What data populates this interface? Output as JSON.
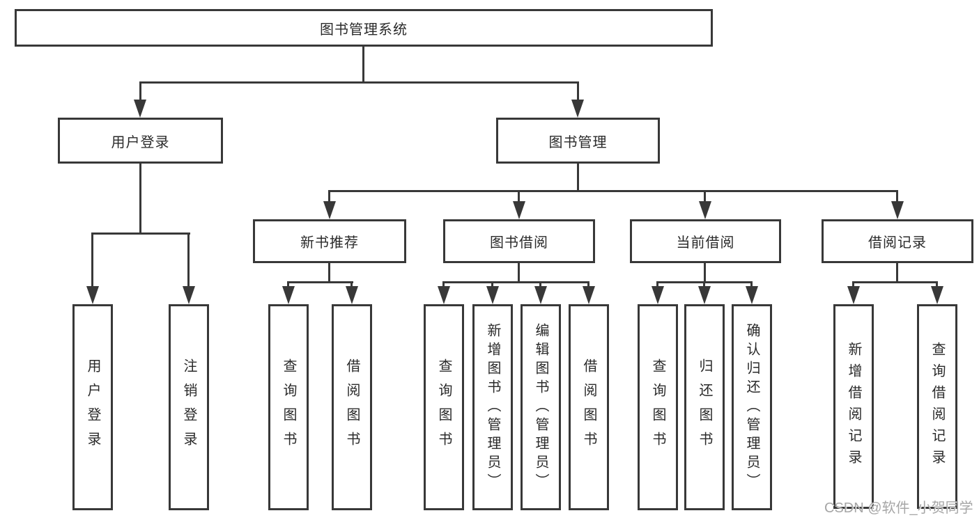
{
  "diagram": {
    "type": "tree",
    "title": "图书管理系统",
    "root": {
      "label": "图书管理系统"
    },
    "level2": [
      {
        "label": "用户登录",
        "parent": "图书管理系统"
      },
      {
        "label": "图书管理",
        "parent": "图书管理系统"
      }
    ],
    "level3": [
      {
        "label": "新书推荐",
        "parent": "图书管理"
      },
      {
        "label": "图书借阅",
        "parent": "图书管理"
      },
      {
        "label": "当前借阅",
        "parent": "图书管理"
      },
      {
        "label": "借阅记录",
        "parent": "图书管理"
      }
    ],
    "leaves": [
      {
        "label": "用户登录",
        "parent": "用户登录"
      },
      {
        "label": "注销登录",
        "parent": "用户登录"
      },
      {
        "label": "查询图书",
        "parent": "新书推荐"
      },
      {
        "label": "借阅图书",
        "parent": "新书推荐"
      },
      {
        "label": "查询图书",
        "parent": "图书借阅"
      },
      {
        "label": "新增图书（管理员）",
        "parent": "图书借阅"
      },
      {
        "label": "编辑图书（管理员）",
        "parent": "图书借阅"
      },
      {
        "label": "借阅图书",
        "parent": "图书借阅"
      },
      {
        "label": "查询图书",
        "parent": "当前借阅"
      },
      {
        "label": "归还图书",
        "parent": "当前借阅"
      },
      {
        "label": "确认归还（管理员）",
        "parent": "当前借阅"
      },
      {
        "label": "新增借阅记录",
        "parent": "借阅记录"
      },
      {
        "label": "查询借阅记录",
        "parent": "借阅记录"
      }
    ],
    "colors": {
      "line": "#383838",
      "text": "#2a2a2a",
      "background": "#ffffff",
      "watermark": "#a6a6a6"
    }
  },
  "watermark": {
    "text": "CSDN @软件_小贺同学"
  }
}
